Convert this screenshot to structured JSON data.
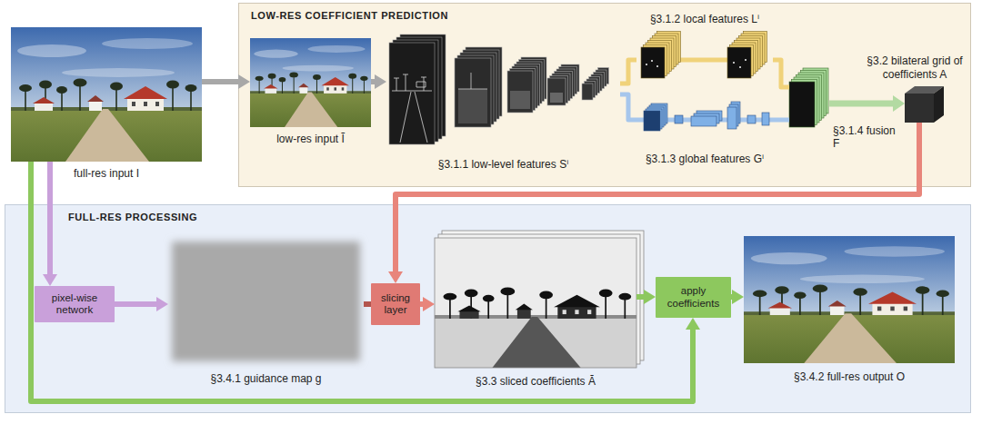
{
  "diagram": {
    "nodes": [
      {
        "text": [
          "full-res input I"
        ]
      },
      {
        "text": [
          "LOW-RES COEFFICIENT PREDICTION"
        ]
      },
      {
        "text": [
          "low-res input Ĩ"
        ],
        "in": 1
      },
      {
        "text": [
          "§3.1.1 low-level features Sⁱ"
        ],
        "in": 1
      },
      {
        "text": [
          "§3.1.2 local features Lⁱ"
        ],
        "in": 1
      },
      {
        "text": [
          "§3.1.3 global features Gⁱ"
        ],
        "in": 1
      },
      {
        "text": [
          "§3.1.4 fusion F"
        ],
        "in": 1
      },
      {
        "text": [
          "§3.2 bilateral grid of coefficients A"
        ],
        "in": 1
      },
      {
        "text": [
          "FULL-RES PROCESSING"
        ]
      },
      {
        "text": [
          "pixel-wise network"
        ],
        "in": 8
      },
      {
        "text": [
          "§3.4.1 guidance map g"
        ],
        "in": 8
      },
      {
        "text": [
          "slicing layer"
        ],
        "in": 8
      },
      {
        "text": [
          "§3.3 sliced coefficients Ā"
        ],
        "in": 8
      },
      {
        "text": [
          "apply coefficients"
        ],
        "in": 8
      },
      {
        "text": [
          "§3.4.2 full-res output O"
        ],
        "in": 8
      }
    ],
    "edges": [
      {
        "from": 0,
        "to": 2,
        "arrow": "to"
      },
      {
        "from": 2,
        "to": 3,
        "arrow": "to"
      },
      {
        "from": 3,
        "to": 4,
        "arrow": "none"
      },
      {
        "from": 3,
        "to": 5,
        "arrow": "none"
      },
      {
        "from": 4,
        "to": 6,
        "arrow": "none"
      },
      {
        "from": 5,
        "to": 6,
        "arrow": "none"
      },
      {
        "from": 6,
        "to": 7,
        "arrow": "to"
      },
      {
        "from": 7,
        "to": 11,
        "arrow": "to"
      },
      {
        "from": 0,
        "to": 9,
        "arrow": "to"
      },
      {
        "from": 9,
        "to": 10,
        "arrow": "to"
      },
      {
        "from": 10,
        "to": 11,
        "arrow": "none"
      },
      {
        "from": 11,
        "to": 12,
        "arrow": "to"
      },
      {
        "from": 12,
        "to": 13,
        "arrow": "to"
      },
      {
        "from": 13,
        "to": 14,
        "arrow": "to"
      },
      {
        "from": 0,
        "to": 13,
        "arrow": "to"
      }
    ]
  }
}
